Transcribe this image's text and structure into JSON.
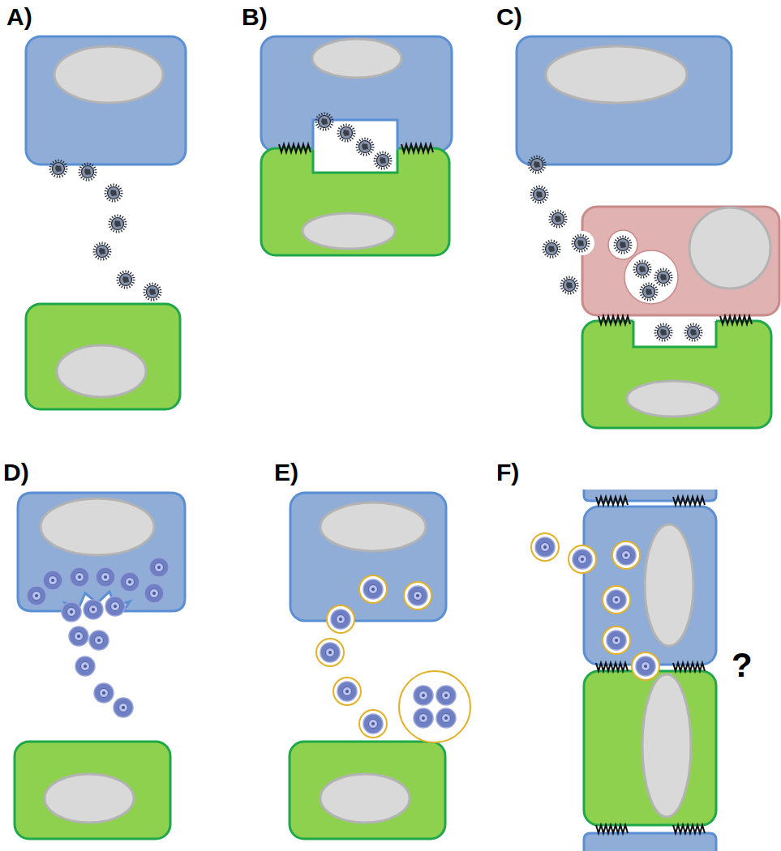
{
  "diagram": {
    "labels": [
      "A)",
      "B)",
      "C)",
      "D)",
      "E)",
      "F)",
      "?"
    ]
  }
}
